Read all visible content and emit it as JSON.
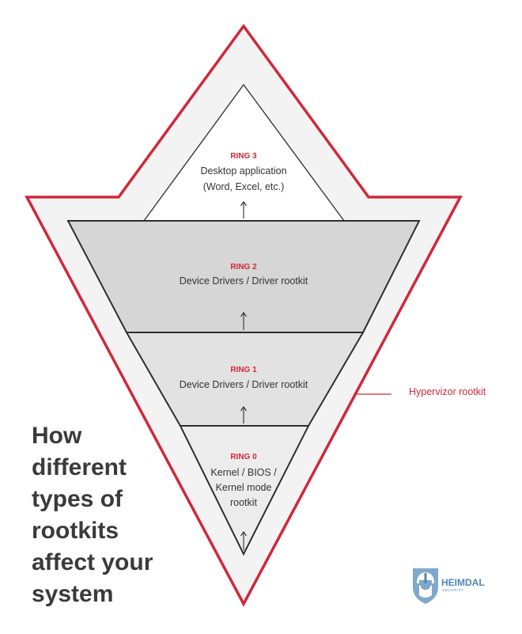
{
  "colors": {
    "accent": "#d0283a",
    "outer_fill": "#f3f3f3",
    "ring3_fill": "#ffffff",
    "ring2_fill": "#d6d6d6",
    "ring1_fill": "#e2e2e2",
    "ring0_fill": "#ececec",
    "stroke": "#2e2e2e",
    "text": "#333333",
    "brand": "#4c86b4"
  },
  "rings": {
    "ring3": {
      "tag": "RING 3",
      "lines": [
        "Desktop application",
        "(Word, Excel, etc.)"
      ]
    },
    "ring2": {
      "tag": "RING 2",
      "lines": [
        "Device Drivers / Driver rootkit"
      ]
    },
    "ring1": {
      "tag": "RING 1",
      "lines": [
        "Device Drivers / Driver rootkit"
      ]
    },
    "ring0": {
      "tag": "RING 0",
      "lines": [
        "Kernel / BIOS /",
        "Kernel mode",
        "rootkit"
      ]
    }
  },
  "hypervisor_label": "Hypervizor rootkit",
  "headline_lines": [
    "How",
    "different",
    "types of",
    "rootkits",
    "affect your",
    "system"
  ],
  "brand": {
    "name": "HEIMDAL",
    "sub": "SECURITY",
    "icon": "viking-helmet-shield-icon"
  }
}
